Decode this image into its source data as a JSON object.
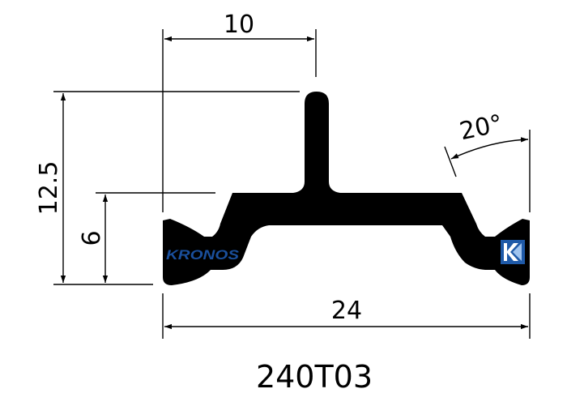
{
  "drawing": {
    "part_code": "240T03",
    "dimensions": {
      "top_width": "10",
      "total_height": "12.5",
      "lower_height": "6",
      "total_width": "24",
      "angle": "20°"
    },
    "logos": {
      "left_text": "KRONOS",
      "right_icon": "kronos-k-logo-icon"
    },
    "colors": {
      "profile": "#000000",
      "logo_text": "#1a4f9c",
      "logo_badge": "#1f5aa8",
      "background": "#ffffff"
    }
  }
}
